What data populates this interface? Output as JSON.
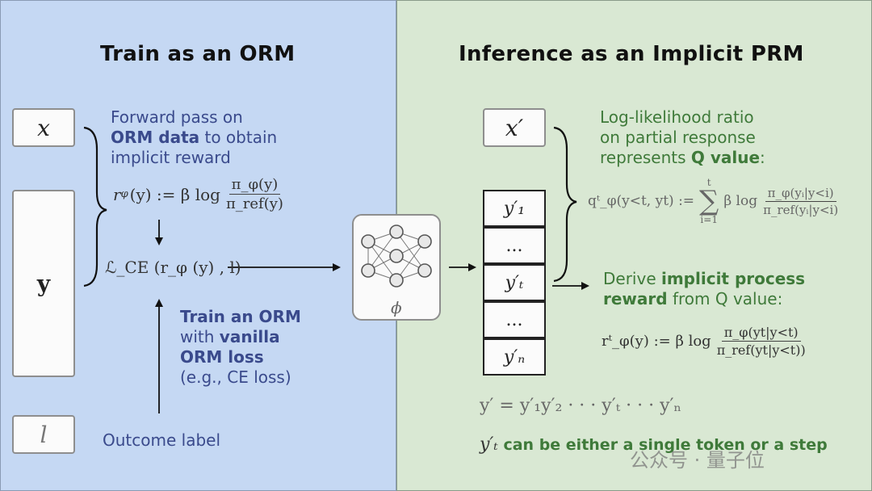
{
  "left": {
    "title": "Train as an ORM",
    "input_x": "x",
    "input_y": "y",
    "input_l": "l",
    "forward": {
      "line1": "Forward pass on",
      "line2_bold": "ORM data",
      "line2_rest": " to obtain",
      "line3": "implicit reward"
    },
    "reward_formula": {
      "lhs": "r",
      "lhs_sub": "φ",
      "arg": "(y) := β log",
      "num": "π_φ(y)",
      "den": "π_ref(y)"
    },
    "loss_formula": "ℒ_CE (r_φ (y) , l)",
    "train": {
      "line1_bold": "Train an ORM",
      "line2_pre": "with ",
      "line2_bold": "vanilla",
      "line3_bold": "ORM loss",
      "line4": "(e.g.,  CE loss)"
    },
    "outcome_label": "Outcome label"
  },
  "model": {
    "param": "ϕ"
  },
  "right": {
    "title": "Inference as an Implicit PRM",
    "input_x": "x′",
    "tokens": [
      "y′₁",
      "...",
      "y′ₜ",
      "...",
      "y′ₙ"
    ],
    "loglik": {
      "line1": "Log-likelihood ratio",
      "line2": "on partial response",
      "line3_pre": "represents ",
      "line3_bold": "Q value",
      "line3_post": ":"
    },
    "q_formula": {
      "lhs": "qᵗ_φ(y<t, yt) :=",
      "sum_top": "t",
      "sum_bottom": "i=1",
      "sum_sym": "∑",
      "mid": "β log",
      "num": "π_φ(yᵢ|y<i)",
      "den": "π_ref(yᵢ|y<i)"
    },
    "derive": {
      "line1_pre": "Derive ",
      "line1_bold": "implicit process",
      "line2_bold": "reward",
      "line2_post": " from Q value:"
    },
    "r_formula": {
      "lhs": "rᵗ_φ(y) := β log",
      "num": "π_φ(yt|y<t)",
      "den": "π_ref(yt|y<t))"
    },
    "y_def": "y′ = y′₁y′₂ · · · y′ₜ · · · y′ₙ",
    "note_sym": "y′ₜ",
    "note": " can be either a single token or a step"
  },
  "watermark": "公众号 · 量子位",
  "colors": {
    "left_bg": "#c5d8f3",
    "right_bg": "#d9e8d3",
    "blue_text": "#3a4a8c",
    "green_text": "#3f7a3a"
  }
}
